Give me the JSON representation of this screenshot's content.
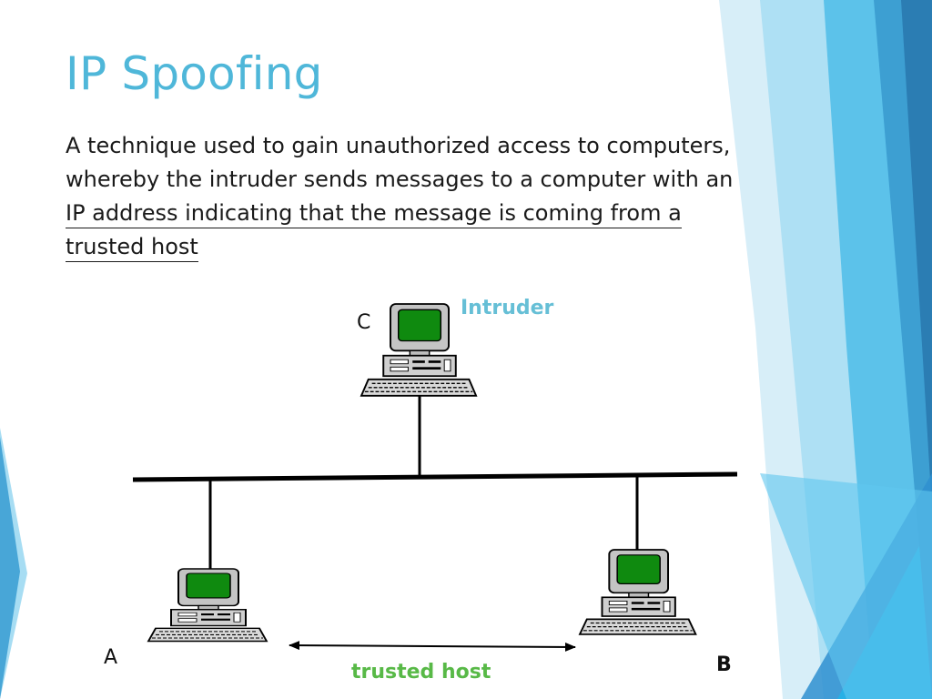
{
  "slide": {
    "title": "IP Spoofing",
    "body_lines": [
      "A technique used to gain unauthorized access to computers,",
      "whereby the intruder sends messages to a computer with an"
    ],
    "body_underlined_lines": [
      " IP address indicating that the message is coming from a",
      " trusted host"
    ]
  },
  "diagram": {
    "nodes": {
      "c": {
        "letter": "C",
        "role_label": "Intruder"
      },
      "a": {
        "letter": "A"
      },
      "b": {
        "letter": "B"
      }
    },
    "link_label": "trusted host"
  },
  "colors": {
    "title": "#4fb7d9",
    "intruder_label": "#66bfd6",
    "trusted_label": "#58b947",
    "screen": "#0f8a0f",
    "accent_blue": "#2e7fb6"
  }
}
